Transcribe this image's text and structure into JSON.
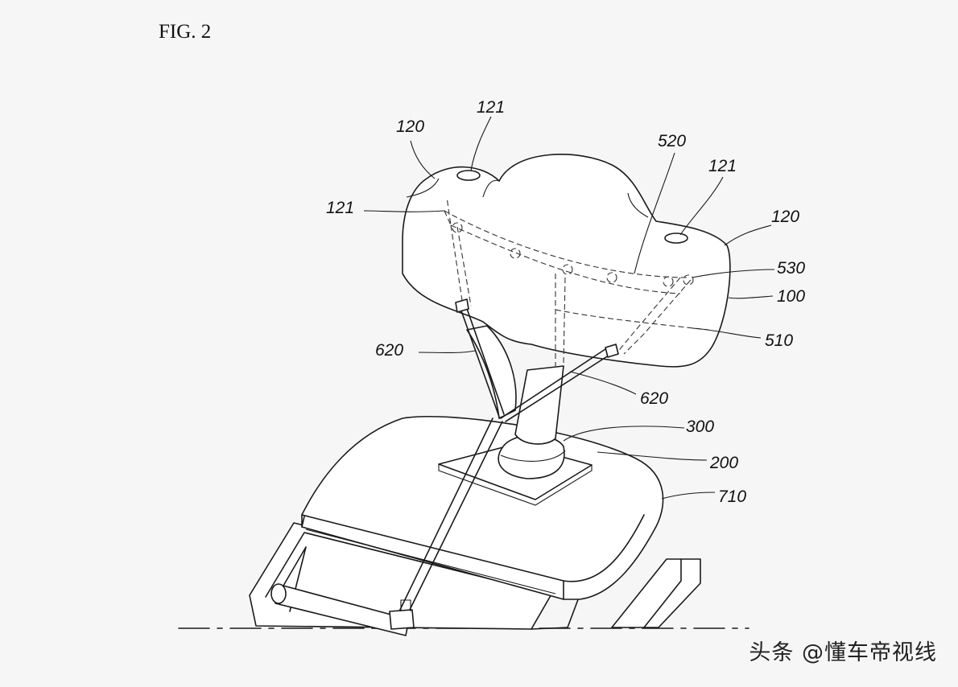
{
  "figure": {
    "title": "FIG. 2",
    "labels": {
      "l121a": "121",
      "l120a": "120",
      "l121b": "121",
      "l520": "520",
      "l121c": "121",
      "l120b": "120",
      "l530": "530",
      "l100": "100",
      "l510": "510",
      "l620a": "620",
      "l620b": "620",
      "l300": "300",
      "l200": "200",
      "l710": "710"
    }
  },
  "watermark": "头条 @懂车帝视线"
}
